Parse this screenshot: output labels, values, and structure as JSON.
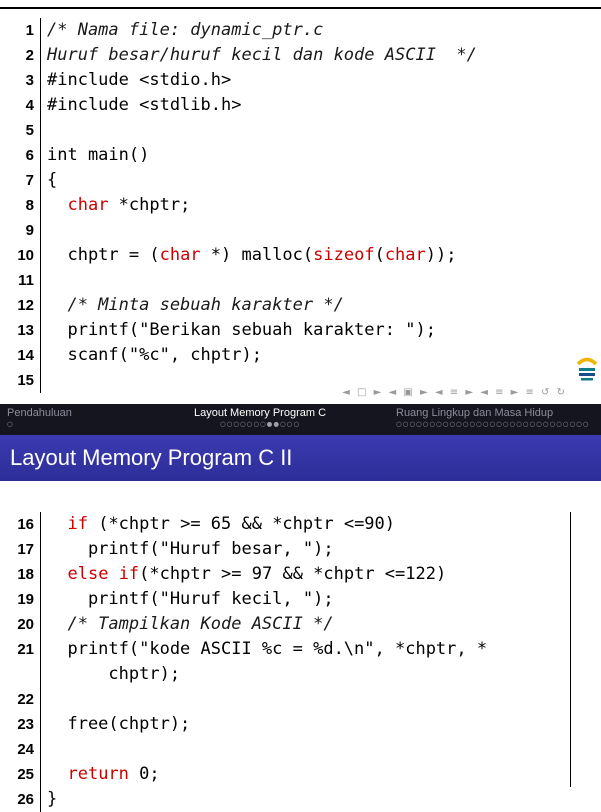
{
  "colors": {
    "keyword_red": "#cc0000",
    "frametitle_blue": "#3333a8",
    "headbar_dark": "#15151f",
    "rule_black": "#000000"
  },
  "frametitle": "Layout Memory Program C II",
  "header_bar": {
    "sections": [
      {
        "title": "Pendahuluan",
        "dots": "○"
      },
      {
        "title": "Layout Memory Program C",
        "dots": "○○○○○○○●●○○○"
      },
      {
        "title": "Ruang Lingkup dan Masa Hidup",
        "dots": "○○○○○○○○○○○○○○○○○○○○○○○○○○○○○"
      }
    ]
  },
  "slide_top": {
    "nav_symbols": "◄ □ ► ◄ ▣ ► ◄ ≡ ► ◄ ≡ ►   ≡   ↺ ↻",
    "listing": {
      "lines": [
        {
          "num": "1",
          "parts": [
            {
              "t": "/* Nama file: dynamic_ptr.c",
              "s": "c"
            }
          ]
        },
        {
          "num": "2",
          "parts": [
            {
              "t": "Huruf besar/huruf kecil dan kode ASCII  */",
              "s": "c"
            }
          ]
        },
        {
          "num": "3",
          "parts": [
            {
              "t": "#include <stdio.h>",
              "s": "p"
            }
          ]
        },
        {
          "num": "4",
          "parts": [
            {
              "t": "#include <stdlib.h>",
              "s": "p"
            }
          ]
        },
        {
          "num": "5",
          "parts": []
        },
        {
          "num": "6",
          "parts": [
            {
              "t": "int main()",
              "s": "p"
            }
          ]
        },
        {
          "num": "7",
          "parts": [
            {
              "t": "{",
              "s": "p"
            }
          ]
        },
        {
          "num": "8",
          "parts": [
            {
              "t": "  ",
              "s": "p"
            },
            {
              "t": "char",
              "s": "k"
            },
            {
              "t": " *chptr;",
              "s": "p"
            }
          ]
        },
        {
          "num": "9",
          "parts": []
        },
        {
          "num": "10",
          "parts": [
            {
              "t": "  chptr = (",
              "s": "p"
            },
            {
              "t": "char",
              "s": "k"
            },
            {
              "t": " *) malloc(",
              "s": "p"
            },
            {
              "t": "sizeof",
              "s": "k"
            },
            {
              "t": "(",
              "s": "p"
            },
            {
              "t": "char",
              "s": "k"
            },
            {
              "t": "));",
              "s": "p"
            }
          ]
        },
        {
          "num": "11",
          "parts": []
        },
        {
          "num": "12",
          "parts": [
            {
              "t": "  /* Minta sebuah karakter */",
              "s": "c"
            }
          ]
        },
        {
          "num": "13",
          "parts": [
            {
              "t": "  printf(\"Berikan sebuah karakter: \");",
              "s": "p"
            }
          ]
        },
        {
          "num": "14",
          "parts": [
            {
              "t": "  scanf(\"%c\", chptr);",
              "s": "p"
            }
          ]
        },
        {
          "num": "15",
          "parts": []
        }
      ]
    }
  },
  "slide_bottom": {
    "listing": {
      "lines": [
        {
          "num": "16",
          "parts": [
            {
              "t": "  ",
              "s": "p"
            },
            {
              "t": "if",
              "s": "k"
            },
            {
              "t": " (*chptr >= 65 && *chptr <=90)",
              "s": "p"
            }
          ]
        },
        {
          "num": "17",
          "parts": [
            {
              "t": "    printf(\"Huruf besar, \");",
              "s": "p"
            }
          ]
        },
        {
          "num": "18",
          "parts": [
            {
              "t": "  ",
              "s": "p"
            },
            {
              "t": "else",
              "s": "k"
            },
            {
              "t": " ",
              "s": "p"
            },
            {
              "t": "if",
              "s": "k"
            },
            {
              "t": "(*chptr >= 97 && *chptr <=122)",
              "s": "p"
            }
          ]
        },
        {
          "num": "19",
          "parts": [
            {
              "t": "    printf(\"Huruf kecil, \");",
              "s": "p"
            }
          ]
        },
        {
          "num": "20",
          "parts": [
            {
              "t": "  /* Tampilkan Kode ASCII */",
              "s": "c"
            }
          ]
        },
        {
          "num": "21",
          "parts": [
            {
              "t": "  printf(\"kode ASCII %c = %d.\\n\", *chptr, *",
              "s": "p"
            }
          ]
        },
        {
          "num": "",
          "parts": [
            {
              "t": "      chptr);",
              "s": "p"
            }
          ]
        },
        {
          "num": "22",
          "parts": []
        },
        {
          "num": "23",
          "parts": [
            {
              "t": "  free(chptr);",
              "s": "p"
            }
          ]
        },
        {
          "num": "24",
          "parts": []
        },
        {
          "num": "25",
          "parts": [
            {
              "t": "  ",
              "s": "p"
            },
            {
              "t": "return",
              "s": "k"
            },
            {
              "t": " 0;",
              "s": "p"
            }
          ]
        },
        {
          "num": "26",
          "parts": [
            {
              "t": "}",
              "s": "p"
            }
          ]
        }
      ]
    }
  }
}
